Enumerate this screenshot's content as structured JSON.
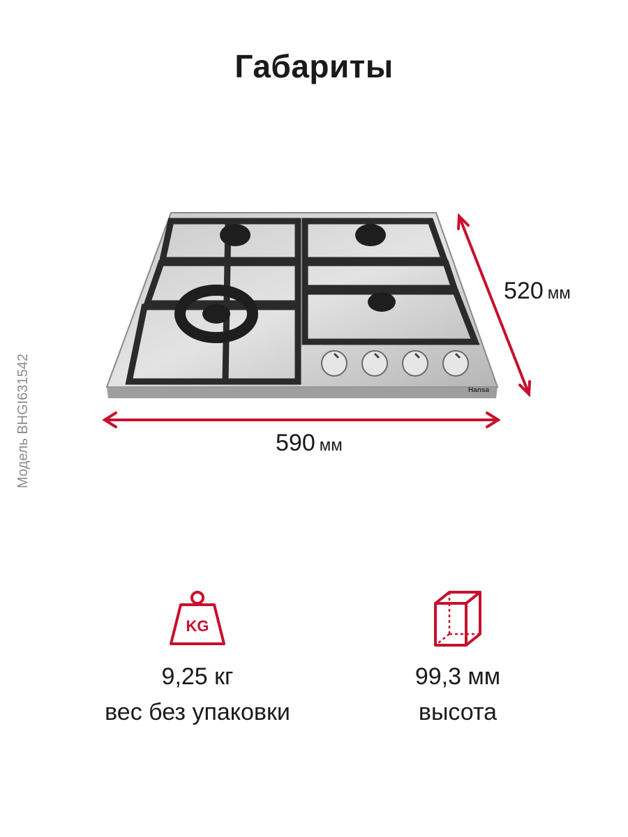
{
  "title": "Габариты",
  "model": "Модель BHGI631542",
  "brand": "Hansa",
  "accent_color": "#c8102e",
  "dimensions": {
    "width": {
      "value": "590",
      "unit": "мм"
    },
    "depth": {
      "value": "520",
      "unit": "мм"
    }
  },
  "specs": [
    {
      "icon": "weight-kg-icon",
      "icon_text": "KG",
      "value": "9,25 кг",
      "label": "вес без упаковки"
    },
    {
      "icon": "cube-dimensions-icon",
      "value": "99,3 мм",
      "label": "высота"
    }
  ]
}
